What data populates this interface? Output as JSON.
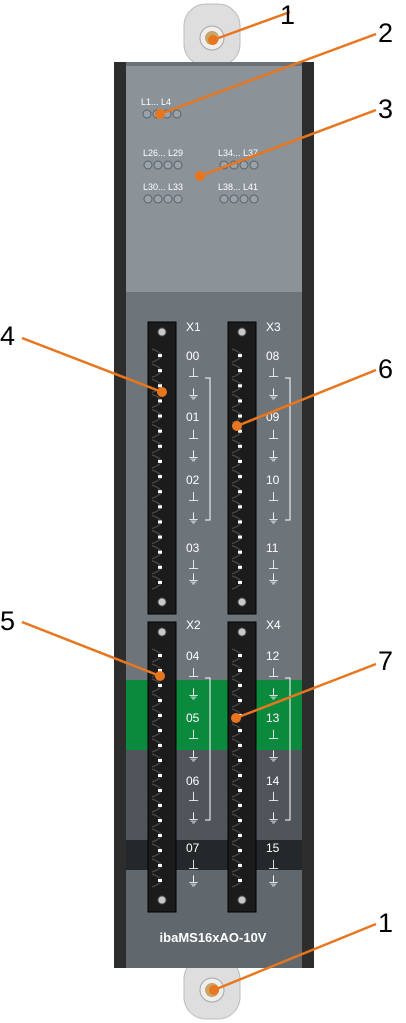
{
  "colors": {
    "callout_line": "#e8761e",
    "callout_dot": "#e8761e",
    "housing_dark": "#646b72",
    "housing_light": "#8b9298",
    "rail": "#2d2d2d",
    "bracket": "#dedede",
    "bracket_hole": "#c9a56a",
    "green_band": "#0b8a3e",
    "led": "#9aa3ab",
    "connector": "#1b1b1b"
  },
  "callouts": [
    "1",
    "2",
    "3",
    "4",
    "5",
    "6",
    "7",
    "1"
  ],
  "led_labels": {
    "top": "L1... L4",
    "g1": "L26... L29",
    "g2": "L30... L33",
    "g3": "L34... L37",
    "g4": "L38... L41"
  },
  "connectors": [
    {
      "title": "X1",
      "channels": [
        "00",
        "01",
        "02",
        "03"
      ]
    },
    {
      "title": "X3",
      "channels": [
        "08",
        "09",
        "10",
        "11"
      ]
    },
    {
      "title": "X2",
      "channels": [
        "04",
        "05",
        "06",
        "07"
      ]
    },
    {
      "title": "X4",
      "channels": [
        "12",
        "13",
        "14",
        "15"
      ]
    }
  ],
  "symbols": {
    "ground_ref": "⊥",
    "earth": "⏚"
  },
  "model": "ibaMS16xAO-10V"
}
